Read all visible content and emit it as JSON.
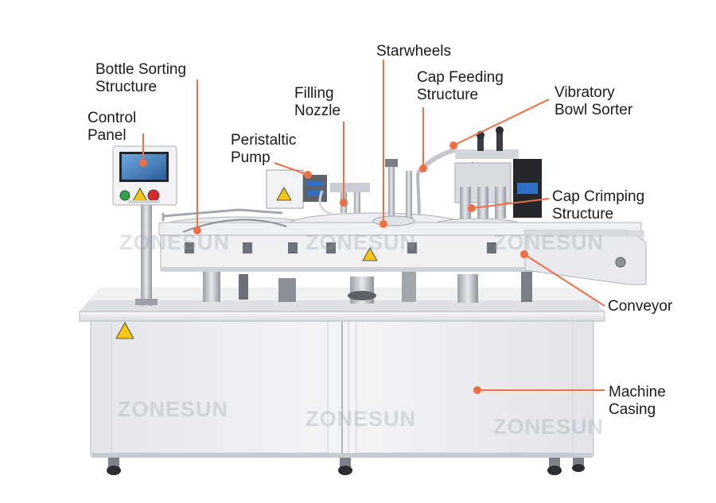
{
  "labels": {
    "bottle_sorting": [
      "Bottle Sorting",
      "Structure"
    ],
    "control_panel": [
      "Control",
      "Panel"
    ],
    "filling_nozzle": [
      "Filling",
      "Nozzle"
    ],
    "peristaltic_pump": [
      "Peristaltic",
      "Pump"
    ],
    "starwheels": [
      "Starwheels"
    ],
    "cap_feeding": [
      "Cap Feeding",
      "Structure"
    ],
    "vibratory_bowl": [
      "Vibratory",
      "Bowl Sorter"
    ],
    "cap_crimping": [
      "Cap Crimping",
      "Structure"
    ],
    "conveyor": [
      "Conveyor"
    ],
    "machine_casing": [
      "Machine",
      "Casing"
    ]
  },
  "watermark": "ZONESUN",
  "colors": {
    "callout": "#ee6f46",
    "label_text": "#1a1a1a",
    "machine_body": "#eceef1",
    "machine_shadow": "#c9ccd2",
    "warning_yellow": "#f5c518"
  }
}
